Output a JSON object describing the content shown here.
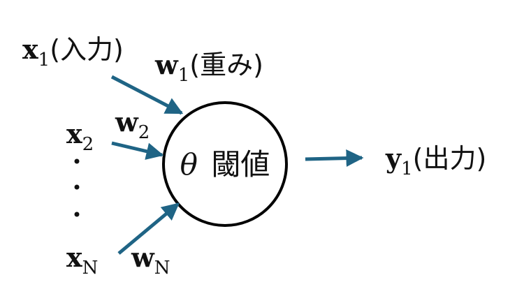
{
  "diagram": {
    "title": "",
    "colors": {
      "arrow": "#1f6485",
      "node_stroke": "#000000",
      "text": "#111111"
    },
    "neuron": {
      "symbol": "θ",
      "label": "閾値"
    },
    "inputs": [
      {
        "var": "x",
        "sub": "1",
        "note": "(入力)"
      },
      {
        "var": "x",
        "sub": "2",
        "note": ""
      },
      {
        "var": "x",
        "sub": "N",
        "note": ""
      }
    ],
    "weights": [
      {
        "var": "w",
        "sub": "1",
        "note": "(重み)"
      },
      {
        "var": "w",
        "sub": "2",
        "note": ""
      },
      {
        "var": "w",
        "sub": "N",
        "note": ""
      }
    ],
    "ellipsis": "⋮",
    "output": {
      "var": "y",
      "sub": "1",
      "note": "(出力)"
    }
  }
}
